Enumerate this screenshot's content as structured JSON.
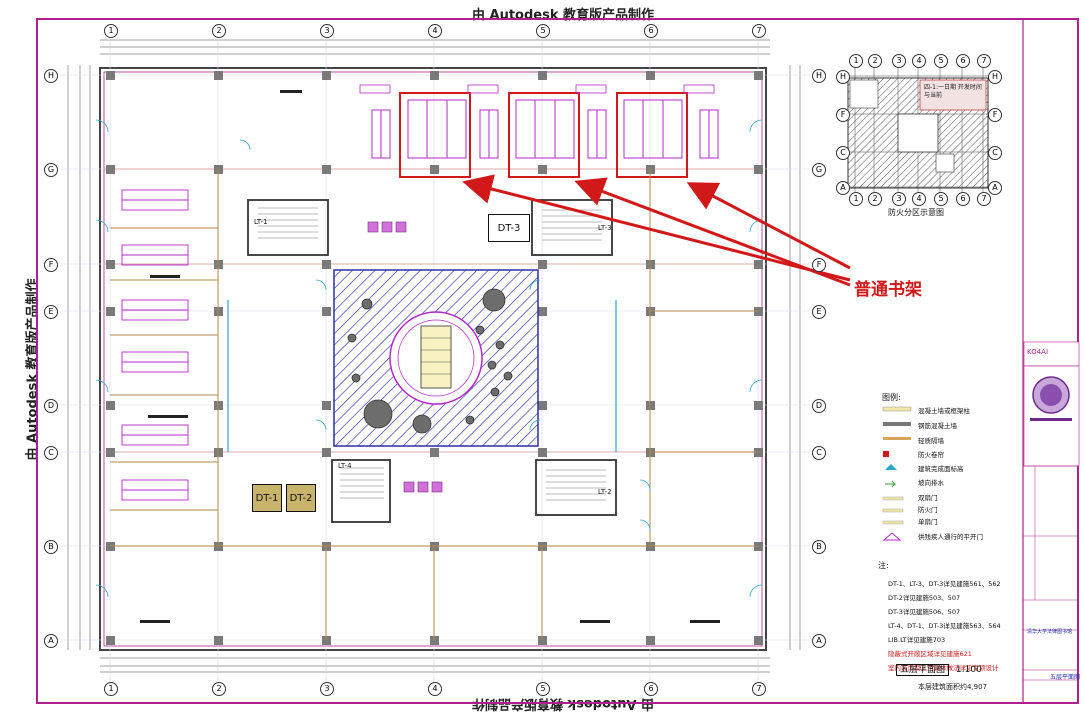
{
  "watermark": "由 Autodesk 教育版产品制作",
  "callout": {
    "label": "普通书架"
  },
  "axes": {
    "columns": [
      "1",
      "2",
      "3",
      "4",
      "5",
      "6",
      "7"
    ],
    "rows": [
      "H",
      "G",
      "F",
      "E",
      "D",
      "C",
      "B",
      "A"
    ]
  },
  "fire_zone": {
    "title": "防火分区示意图",
    "columns": [
      "1",
      "2",
      "3",
      "4",
      "5",
      "6",
      "7"
    ],
    "rows": [
      "H",
      "F",
      "C",
      "A"
    ],
    "note": "四-1:一日期 开发时间与当前"
  },
  "elevators": {
    "dt1": "DT-1",
    "dt2": "DT-2",
    "dt3": "DT-3",
    "lt1": "LT-1",
    "lt2": "LT-2",
    "lt3": "LT-3",
    "lt4": "LT-4"
  },
  "legend": {
    "title": "图例:",
    "items": [
      "混凝土墙或框架柱",
      "钢筋混凝土墙",
      "轻质隔墙",
      "防火卷帘",
      "建筑完成面标高",
      "坡向排水",
      "双扇门",
      "防火门",
      "单扇门",
      "供残疾人通行的平开门"
    ]
  },
  "notes": {
    "title": "注:",
    "lines": [
      "DT-1、LT-3、DT-3详见建施561、562",
      "DT-2详见建施503、507",
      "DT-3详见建施506、507",
      "LT-4、DT-1、DT-3详见建施563、564",
      "LIB.LT详见建施703"
    ],
    "red_lines": [
      "隐蔽式开敞区域详见建施621",
      "室内装饰及上空具体做法详见专项设计"
    ]
  },
  "plan_title": {
    "name": "五层平面图",
    "scale": "1:100",
    "subtitle": "本层建筑面积约4,907"
  },
  "title_block": {
    "logo_label": "KO4AI",
    "project": "清华大学法律图书馆",
    "drawing": "五层平面图"
  },
  "colors": {
    "frame": "#b0208d",
    "callout": "#d21919",
    "hatch": "#2b2fa8",
    "wall": "#7a7a7a",
    "shelf": "#b428c8",
    "grid": "#d8d2e8"
  }
}
